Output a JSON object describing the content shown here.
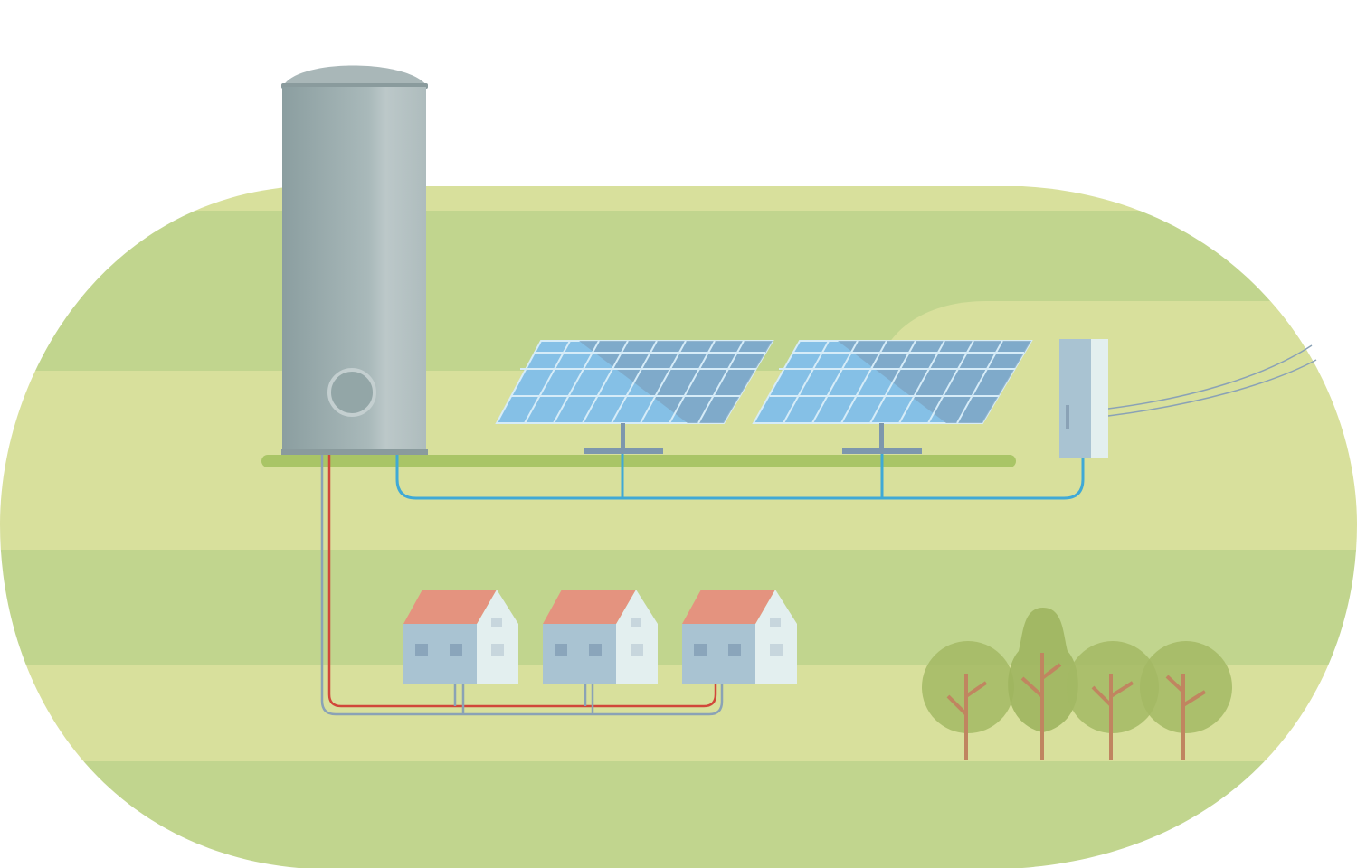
{
  "colors": {
    "background": "#ffffff",
    "field_light": "#d8e09c",
    "field_mid": "#c1d58e",
    "tank_body": "#9fb1b2",
    "tank_highlight": "#b9c5c6",
    "panel_blue": "#85c0e6",
    "panel_shade": "#7ea3c0",
    "heat_pipe_red": "#d1473a",
    "return_pipe": "#8aa2b6",
    "electric_line": "#3fa9d6",
    "house_roof": "#e4937f",
    "house_front": "#a9c3d2",
    "house_side": "#e3efef",
    "tree_canopy": "#a3b864",
    "tree_trunk": "#c08560"
  },
  "icons": [
    "storage-tank-icon",
    "solar-panel-icon",
    "inverter-icon",
    "house-icon",
    "tree-icon",
    "power-line-icon"
  ],
  "scene": {
    "solar_panels": 2,
    "houses": 3,
    "trees": 4
  }
}
